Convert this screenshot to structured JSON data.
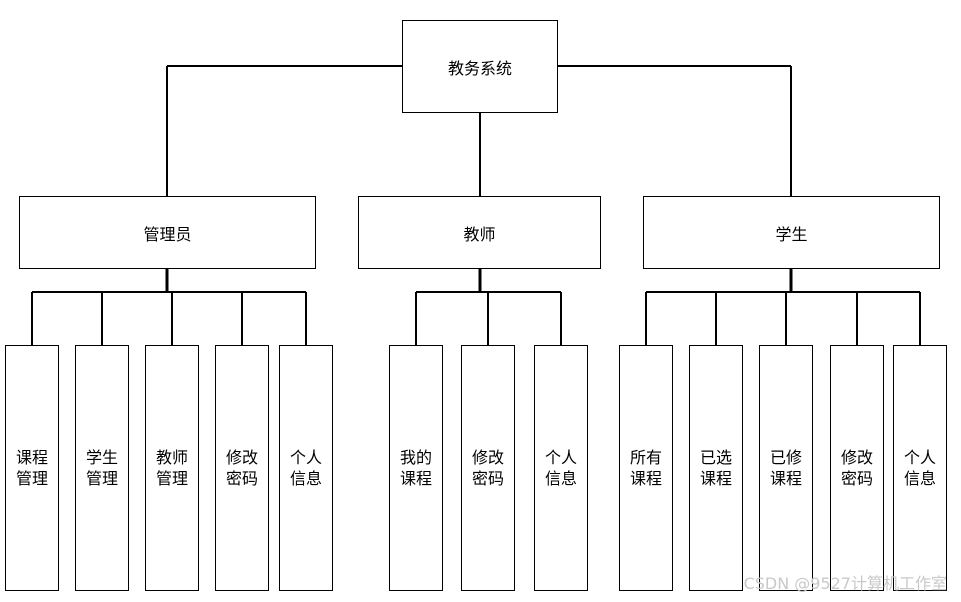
{
  "root": {
    "label": "教务系统"
  },
  "branches": [
    {
      "label": "管理员",
      "children": [
        [
          "课程",
          "管理"
        ],
        [
          "学生",
          "管理"
        ],
        [
          "教师",
          "管理"
        ],
        [
          "修改",
          "密码"
        ],
        [
          "个人",
          "信息"
        ]
      ]
    },
    {
      "label": "教师",
      "children": [
        [
          "我的",
          "课程"
        ],
        [
          "修改",
          "密码"
        ],
        [
          "个人",
          "信息"
        ]
      ]
    },
    {
      "label": "学生",
      "children": [
        [
          "所有",
          "课程"
        ],
        [
          "已选",
          "课程"
        ],
        [
          "已修",
          "课程"
        ],
        [
          "修改",
          "密码"
        ],
        [
          "个人",
          "信息"
        ]
      ]
    }
  ],
  "watermark": "CSDN @9527计算机工作室"
}
